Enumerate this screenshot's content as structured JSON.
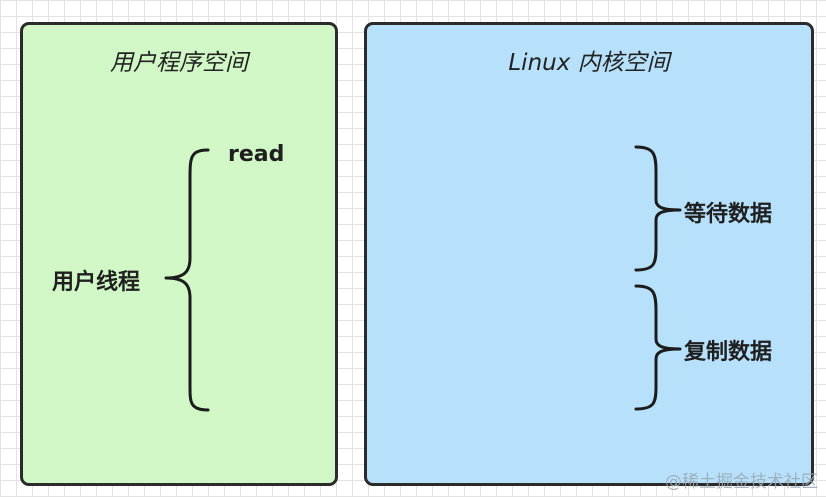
{
  "user_space": {
    "title": "用户程序空间",
    "thread_label": "用户线程",
    "call_label": "read",
    "background": "#d2f7c6"
  },
  "kernel_space": {
    "title": "Linux 内核空间",
    "phases": [
      {
        "label": "等待数据"
      },
      {
        "label": "复制数据"
      }
    ],
    "background": "#b7e1fb"
  },
  "watermark": "@稀土掘金技术社区",
  "colors": {
    "border": "#2b2b2b",
    "grid": "#e3e3e3",
    "text": "#1f1f1f"
  }
}
